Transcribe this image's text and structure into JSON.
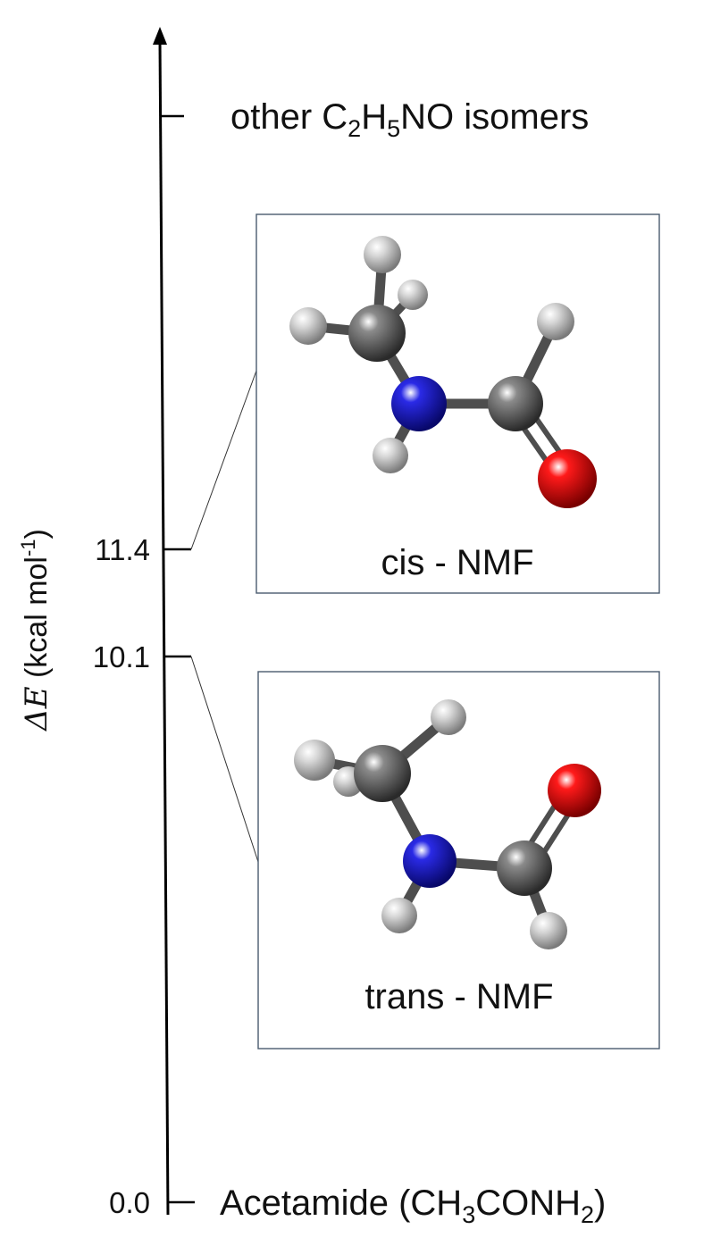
{
  "axis": {
    "ylabel_symbol": "ΔE",
    "ylabel_unit_pre": " (kcal mol",
    "ylabel_unit_sup": "-1",
    "ylabel_unit_post": ")"
  },
  "levels": [
    {
      "id": "acetamide",
      "value": 0.0,
      "tick_label": "0.0",
      "label_pre": "Acetamide (CH",
      "label_sub1": "3",
      "label_mid": "CONH",
      "label_sub2": "2",
      "label_post": ")"
    },
    {
      "id": "trans",
      "value": 10.1,
      "tick_label": "10.1"
    },
    {
      "id": "cis",
      "value": 11.4,
      "tick_label": "11.4"
    },
    {
      "id": "other",
      "value": null,
      "tick_label": "",
      "label_pre": "other C",
      "label_sub1": "2",
      "label_mid": "H",
      "label_sub2": "5",
      "label_post": "NO isomers"
    }
  ],
  "molecules": {
    "cis": {
      "label": "cis - NMF"
    },
    "trans": {
      "label": "trans - NMF"
    }
  },
  "colors": {
    "carbon": "#555555",
    "hydrogen": "#cfcfcf",
    "nitrogen": "#1a1acc",
    "oxygen": "#e00000",
    "axis": "#000000"
  }
}
